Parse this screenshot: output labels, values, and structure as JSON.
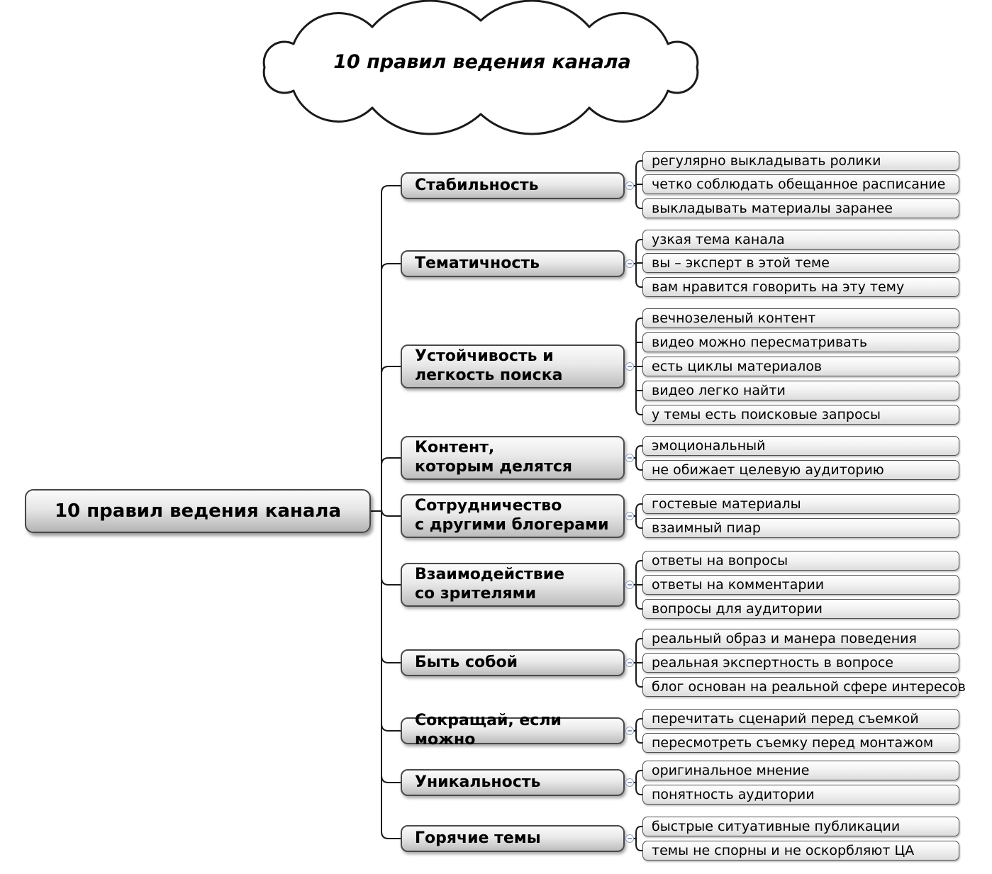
{
  "cloud": {
    "title": "10 правил ведения канала"
  },
  "root": {
    "label": "10 правил ведения канала"
  },
  "branches": [
    {
      "label": "Стабильность",
      "children": [
        "регулярно выкладывать ролики",
        "четко соблюдать обещанное расписание",
        "выкладывать материалы заранее"
      ]
    },
    {
      "label": "Тематичность",
      "children": [
        "узкая тема канала",
        "вы – эксперт в этой теме",
        "вам нравится говорить на эту тему"
      ]
    },
    {
      "label": "Устойчивость и\nлегкость поиска",
      "children": [
        "вечнозеленый контент",
        "видео можно пересматривать",
        "есть циклы материалов",
        "видео легко найти",
        "у темы есть поисковые запросы"
      ]
    },
    {
      "label": "Контент,\nкоторым делятся",
      "children": [
        "эмоциональный",
        "не обижает целевую аудиторию"
      ]
    },
    {
      "label": "Сотрудничество\nс другими блогерами",
      "children": [
        "гостевые материалы",
        "взаимный пиар"
      ]
    },
    {
      "label": "Взаимодействие\nсо зрителями",
      "children": [
        "ответы на вопросы",
        "ответы на комментарии",
        "вопросы для аудитории"
      ]
    },
    {
      "label": "Быть собой",
      "children": [
        "реальный образ и манера поведения",
        "реальная экспертность в вопросе",
        "блог основан на реальной сфере интересов"
      ]
    },
    {
      "label": "Сокращай, если можно",
      "children": [
        "перечитать сценарий перед съемкой",
        "пересмотреть съемку перед монтажом"
      ]
    },
    {
      "label": "Уникальность",
      "children": [
        "оригинальное мнение",
        "понятность аудитории"
      ]
    },
    {
      "label": "Горячие темы",
      "children": [
        "быстрые ситуативные публикации",
        "темы не спорны и не оскорбляют ЦА"
      ]
    }
  ],
  "colors": {
    "line": "#1a1a1a",
    "node_border": "#4a4a4a",
    "toggle": "#8e9cc0"
  }
}
